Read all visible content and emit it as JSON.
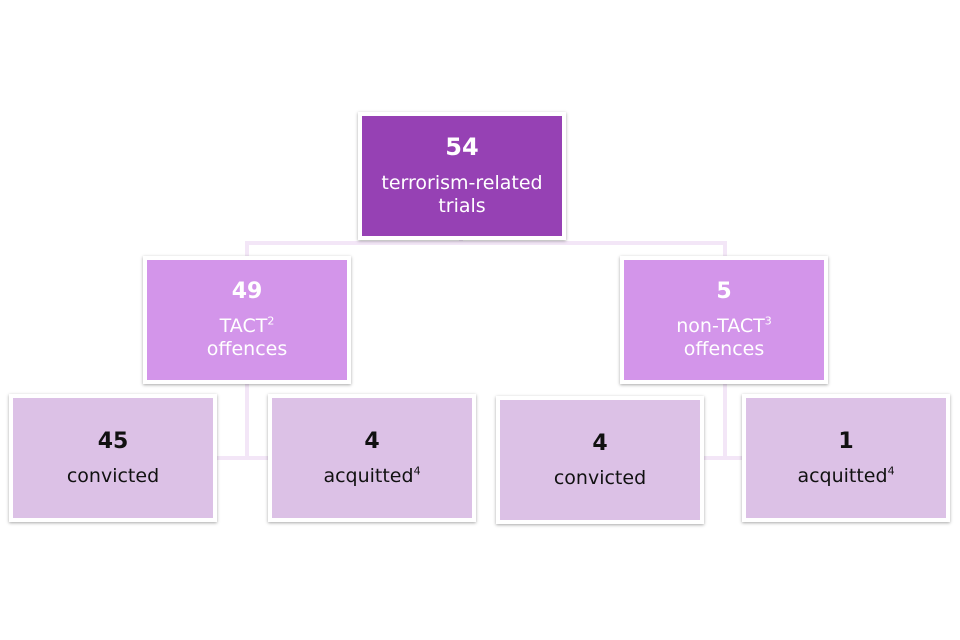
{
  "root": {
    "value": "54",
    "label_line1": "terrorism-related",
    "label_line2": "trials"
  },
  "left": {
    "value": "49",
    "label_main": "TACT",
    "label_sup": "2",
    "label_line2": "offences"
  },
  "right": {
    "value": "5",
    "label_main": "non-TACT",
    "label_sup": "3",
    "label_line2": "offences"
  },
  "leaves": [
    {
      "value": "45",
      "label": "convicted",
      "sup": ""
    },
    {
      "value": "4",
      "label": "acquitted",
      "sup": "4"
    },
    {
      "value": "4",
      "label": "convicted",
      "sup": ""
    },
    {
      "value": "1",
      "label": "acquitted",
      "sup": "4"
    }
  ],
  "colors": {
    "level1": "#9641b4",
    "level2": "#d395ea",
    "level3": "#dcc1e6",
    "connector": "#f3e6f7"
  }
}
